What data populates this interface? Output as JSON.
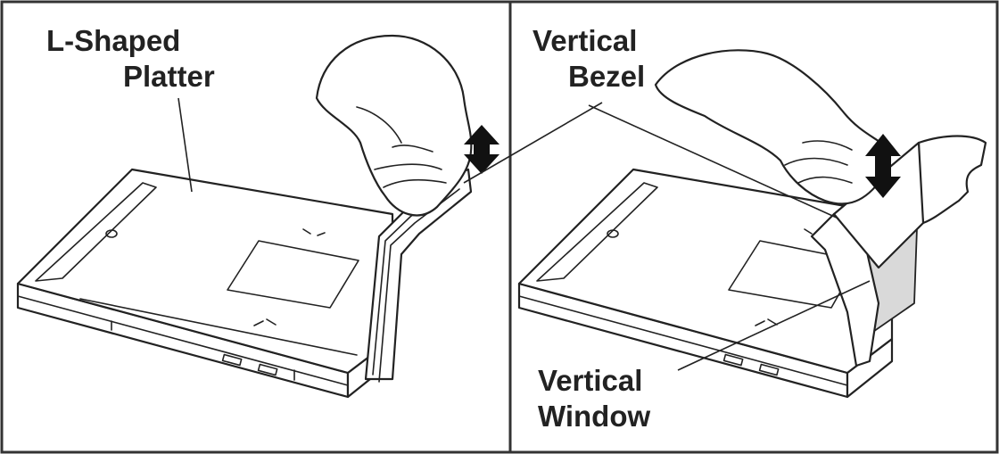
{
  "panels": {
    "left": {
      "callouts": {
        "platter": {
          "line1": "L-Shaped",
          "line2": "Platter"
        }
      }
    },
    "right": {
      "callouts": {
        "bezel": {
          "line1": "Vertical",
          "line2": "Bezel"
        },
        "window": {
          "line1": "Vertical",
          "line2": "Window"
        }
      }
    }
  },
  "colors": {
    "ink": "#222222",
    "frame": "#333333",
    "glass": "#d9d9d9",
    "background": "#ffffff"
  }
}
